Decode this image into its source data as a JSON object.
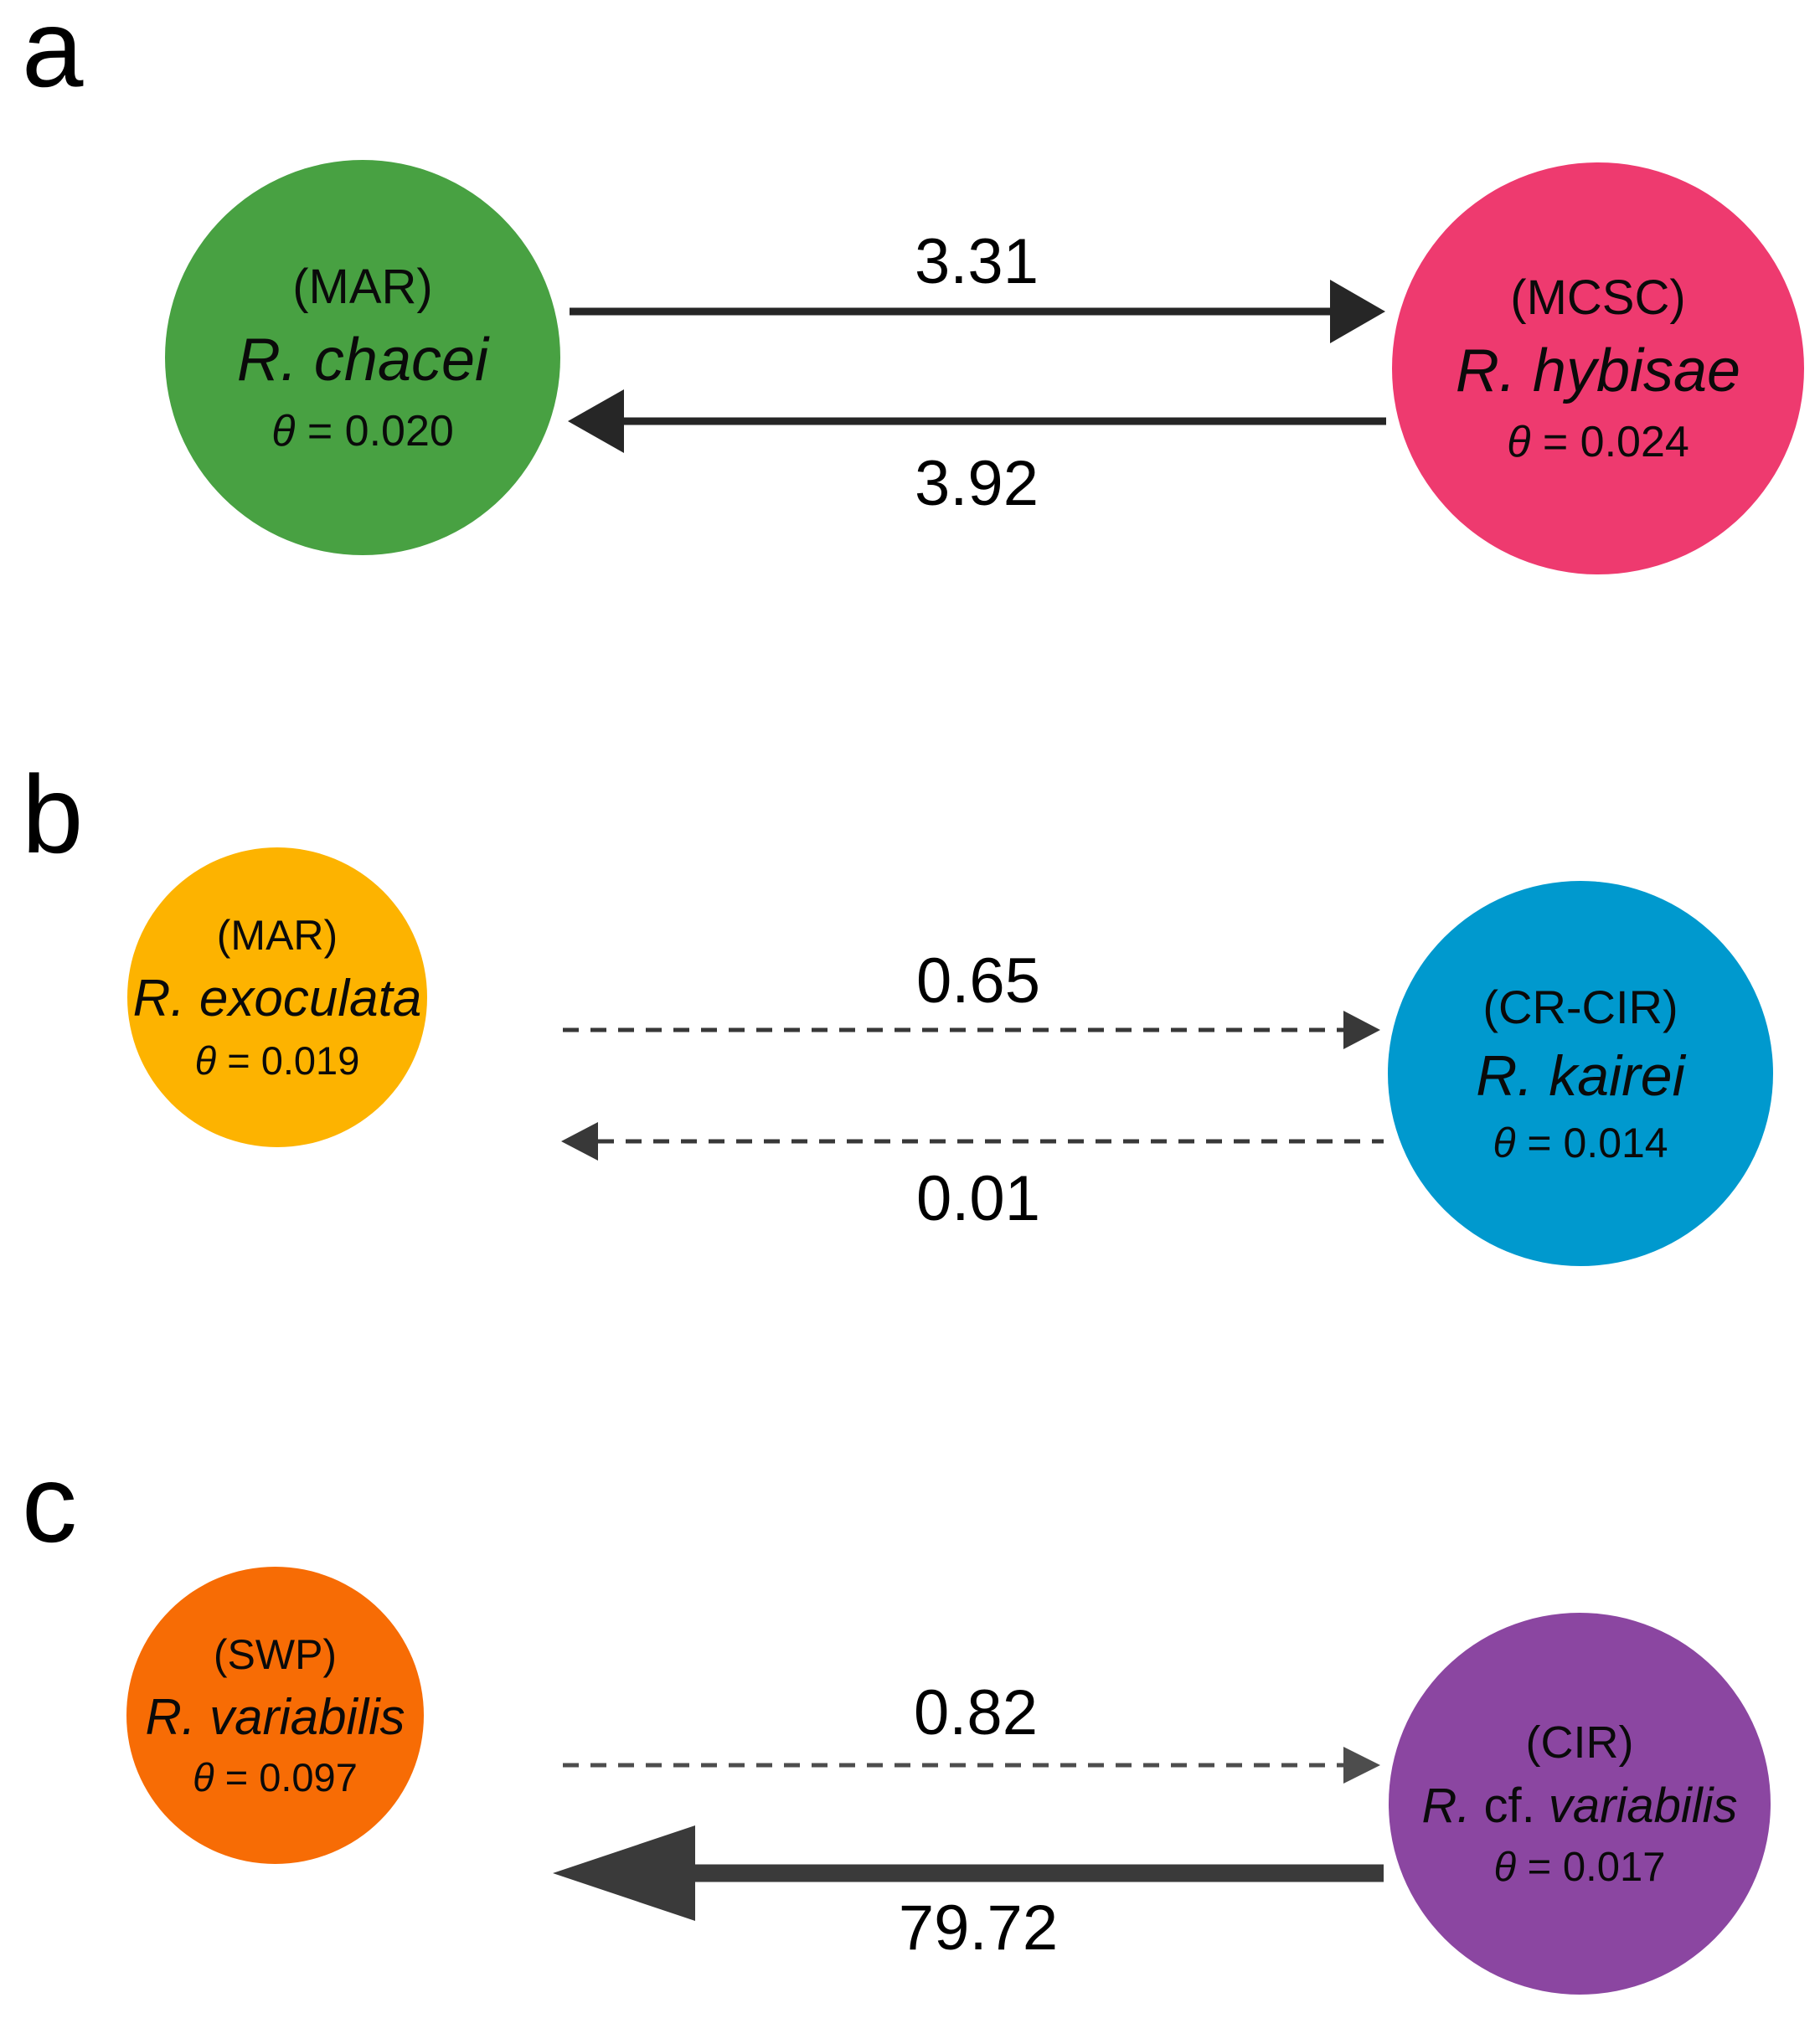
{
  "figure": {
    "background_color": "#ffffff",
    "panels": [
      {
        "label": "a",
        "left_node": {
          "region": "(MAR)",
          "species_italic": "R. chacei",
          "species_roman": "",
          "species_italic2": "",
          "theta_symbol": "θ",
          "theta_value": "= 0.020",
          "color": "#48a142"
        },
        "right_node": {
          "region": "(MCSC)",
          "species_italic": "R. hybisae",
          "species_roman": "",
          "species_italic2": "",
          "theta_symbol": "θ",
          "theta_value": "= 0.024",
          "color": "#ee3a6f"
        },
        "rates": {
          "forward": {
            "value": "3.31",
            "direction": "left-to-right",
            "style": "solid"
          },
          "backward": {
            "value": "3.92",
            "direction": "right-to-left",
            "style": "solid"
          }
        }
      },
      {
        "label": "b",
        "left_node": {
          "region": "(MAR)",
          "species_italic": "R. exoculata",
          "species_roman": "",
          "species_italic2": "",
          "theta_symbol": "θ",
          "theta_value": "= 0.019",
          "color": "#fdb300"
        },
        "right_node": {
          "region": "(CR-CIR)",
          "species_italic": "R. kairei",
          "species_roman": "",
          "species_italic2": "",
          "theta_symbol": "θ",
          "theta_value": "= 0.014",
          "color": "#0099ce"
        },
        "rates": {
          "forward": {
            "value": "0.65",
            "direction": "left-to-right",
            "style": "dashed"
          },
          "backward": {
            "value": "0.01",
            "direction": "right-to-left",
            "style": "dashed"
          }
        }
      },
      {
        "label": "c",
        "left_node": {
          "region": "(SWP)",
          "species_italic": "R. variabilis",
          "species_roman": "",
          "species_italic2": "",
          "theta_symbol": "θ",
          "theta_value": "= 0.097",
          "color": "#f76c05"
        },
        "right_node": {
          "region": "(CIR)",
          "species_italic": "R.",
          "species_roman": " cf. ",
          "species_italic2": "variabilis",
          "theta_symbol": "θ",
          "theta_value": "= 0.017",
          "color": "#8b46a1"
        },
        "rates": {
          "forward": {
            "value": "0.82",
            "direction": "left-to-right",
            "style": "dashed"
          },
          "backward": {
            "value": "79.72",
            "direction": "right-to-left",
            "style": "thick-solid"
          }
        }
      }
    ]
  }
}
